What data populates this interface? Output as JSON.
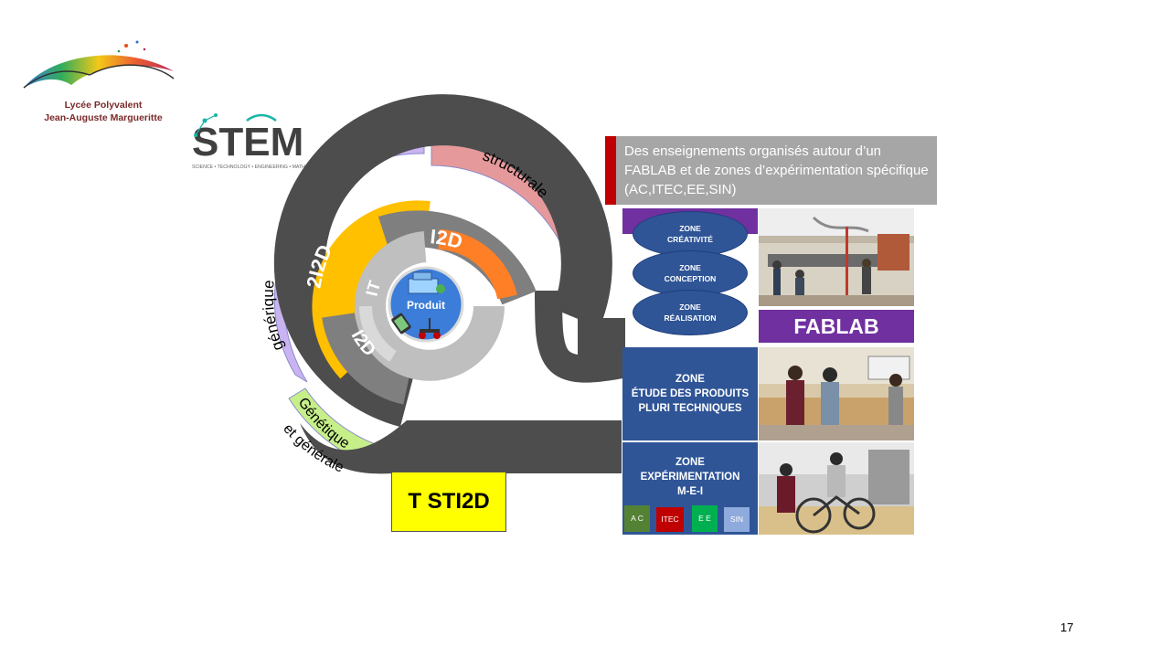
{
  "logo": {
    "school_line1": "Lycée Polyvalent",
    "school_line2": "Jean-Auguste Margueritte",
    "stem_word": "STEM",
    "stem_tagline": "SCIENCE • TECHNOLOGY • ENGINEERING • MATH"
  },
  "rings": {
    "generique": "générique",
    "structurale": "structurale",
    "genetique": "Génétique",
    "et_generale": "et générale",
    "i2d_top": "I2D",
    "ii2d": "2I2D",
    "it": "IT",
    "i2d_bottom": "I2D",
    "produit": "Produit"
  },
  "callout": {
    "text": "Des enseignements organisés autour d’un FABLAB et de zones d’expérimentation spécifique (AC,ITEC,EE,SIN)"
  },
  "zones": {
    "creativite": [
      "ZONE",
      "CRÉATIVITÉ"
    ],
    "conception": [
      "ZONE",
      "CONCEPTION"
    ],
    "realisation": [
      "ZONE",
      "RÉALISATION"
    ],
    "fablab": "FABLAB",
    "etude": [
      "ZONE",
      "ÉTUDE DES PRODUITS",
      "PLURI TECHNIQUES"
    ],
    "experimentation": [
      "ZONE",
      "EXPÉRIMENTATION",
      "M-E-I"
    ]
  },
  "specialites": [
    {
      "label": "A C",
      "color": "#548235"
    },
    {
      "label": "ITEC",
      "color": "#c00000"
    },
    {
      "label": "E E",
      "color": "#00b050"
    },
    {
      "label": "SIN",
      "color": "#8faadc"
    }
  ],
  "badge": "T STI2D",
  "page_number": "17",
  "colors": {
    "road": "#4d4d4d",
    "zone_blue": "#2f5597",
    "fablab_purple": "#7030a0",
    "callout_gray": "#a6a6a6",
    "accent_red": "#c00000",
    "yellow": "#ffff00",
    "lavender": "#c9b3f0",
    "pink": "#e6999b",
    "light_green": "#c6ef8a",
    "gold": "#ffc000",
    "orange": "#ff7f27"
  }
}
